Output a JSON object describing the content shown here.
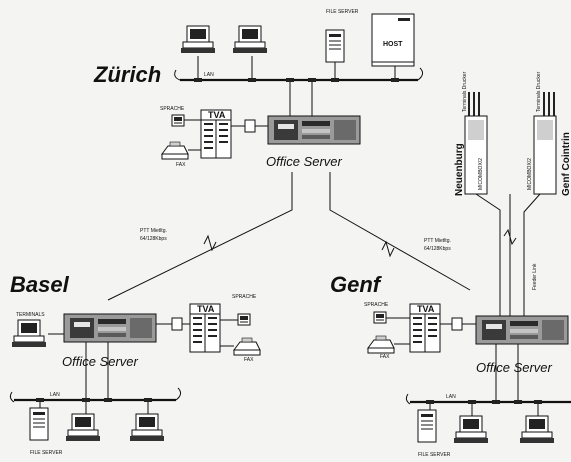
{
  "sites": {
    "zurich": "Zürich",
    "basel": "Basel",
    "genf": "Genf",
    "neuenburg": "Neuenburg",
    "genf_cointrin": "Genf Cointrin"
  },
  "labels": {
    "office_server": "Office Server",
    "lan": "LAN",
    "file_server": "FILE SERVER",
    "host": "HOST",
    "tva": "TVA",
    "sprache": "SPRACHE",
    "fax": "FAX",
    "terminals": "TERMINALS",
    "ptt_miet": "PTT Mietltg.",
    "ptt_speed": "64/128Kbps",
    "terminals_drucker": "Terminals Drucker",
    "micom1": "MICOMBOX/2",
    "micom2": "MICOMBOX/2",
    "feeder_link": "Feeder Link"
  }
}
